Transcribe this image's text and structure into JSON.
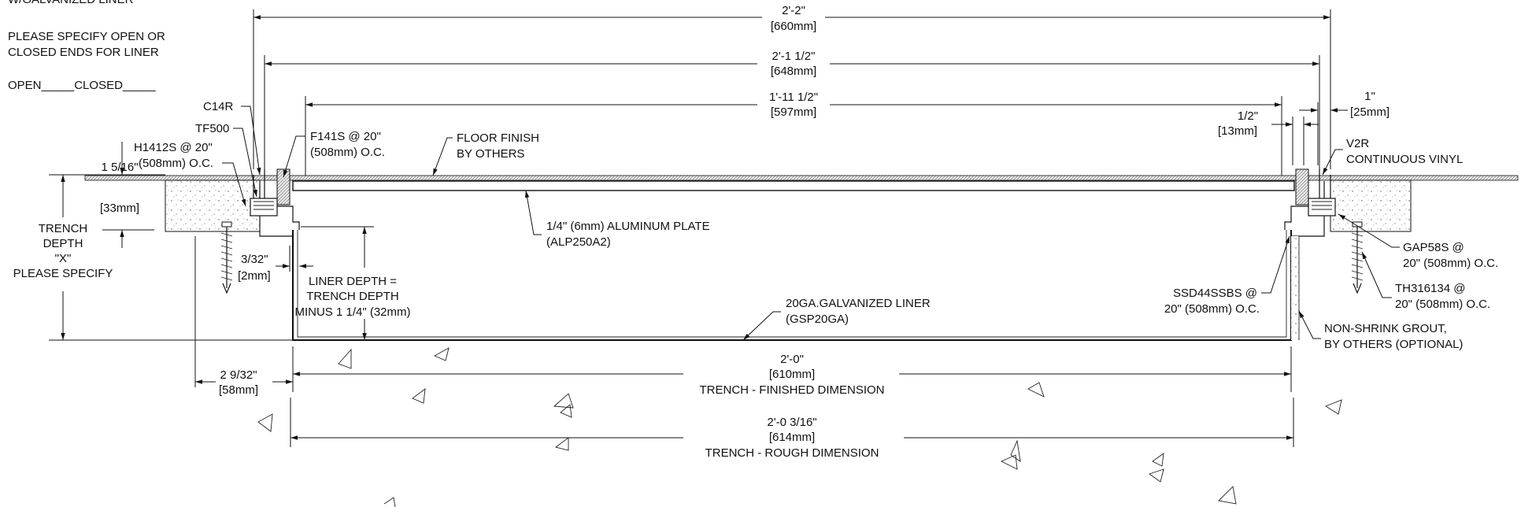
{
  "notes": {
    "liner_title": "W/GALVANIZED LINER",
    "specify_line1": "PLEASE SPECIFY OPEN OR",
    "specify_line2": "CLOSED ENDS FOR LINER",
    "open_closed": "OPEN_____CLOSED_____"
  },
  "dimensions": {
    "overall": {
      "imperial": "2'-2\"",
      "metric": "[660mm]"
    },
    "frame": {
      "imperial": "2'-1 1/2\"",
      "metric": "[648mm]"
    },
    "plate": {
      "imperial": "1'-11 1/2\"",
      "metric": "[597mm]"
    },
    "half_inch": {
      "imperial": "1/2\"",
      "metric": "[13mm]"
    },
    "one_inch": {
      "imperial": "1\"",
      "metric": "[25mm]"
    },
    "height": {
      "imperial": "1 5/16\"",
      "metric": "[33mm]"
    },
    "gap": {
      "imperial": "3/32\"",
      "metric": "[2mm]"
    },
    "offset": {
      "imperial": "2 9/32\"",
      "metric": "[58mm]"
    },
    "finished": {
      "imperial": "2'-0\"",
      "metric": "[610mm]",
      "label": "TRENCH - FINISHED DIMENSION"
    },
    "rough": {
      "imperial": "2'-0 3/16\"",
      "metric": "[614mm]",
      "label": "TRENCH - ROUGH DIMENSION"
    }
  },
  "callouts": {
    "c14r": "C14R",
    "tf500": "TF500",
    "h1412s_1": "H1412S @ 20\"",
    "h1412s_2": "(508mm) O.C.",
    "f141s_1": "F141S @ 20\"",
    "f141s_2": "(508mm) O.C.",
    "floor_1": "FLOOR FINISH",
    "floor_2": "BY OTHERS",
    "v2r_1": "V2R",
    "v2r_2": "CONTINUOUS VINYL",
    "plate_1": "1/4\" (6mm) ALUMINUM PLATE",
    "plate_2": "(ALP250A2)",
    "gap58s_1": "GAP58S @",
    "gap58s_2": "20\" (508mm) O.C.",
    "th316134_1": "TH316134 @",
    "th316134_2": "20\" (508mm) O.C.",
    "ssd44_1": "SSD44SSBS @",
    "ssd44_2": "20\" (508mm) O.C.",
    "liner_1": "20GA.GALVANIZED LINER",
    "liner_2": "(GSP20GA)",
    "grout_1": "NON-SHRINK GROUT,",
    "grout_2": "BY OTHERS (OPTIONAL)",
    "liner_depth_1": "LINER DEPTH =",
    "liner_depth_2": "TRENCH DEPTH",
    "liner_depth_3": "MINUS 1 1/4\" (32mm)",
    "trench_1": "TRENCH",
    "trench_2": "DEPTH",
    "trench_3": "\"X\"",
    "trench_4": "PLEASE SPECIFY"
  }
}
